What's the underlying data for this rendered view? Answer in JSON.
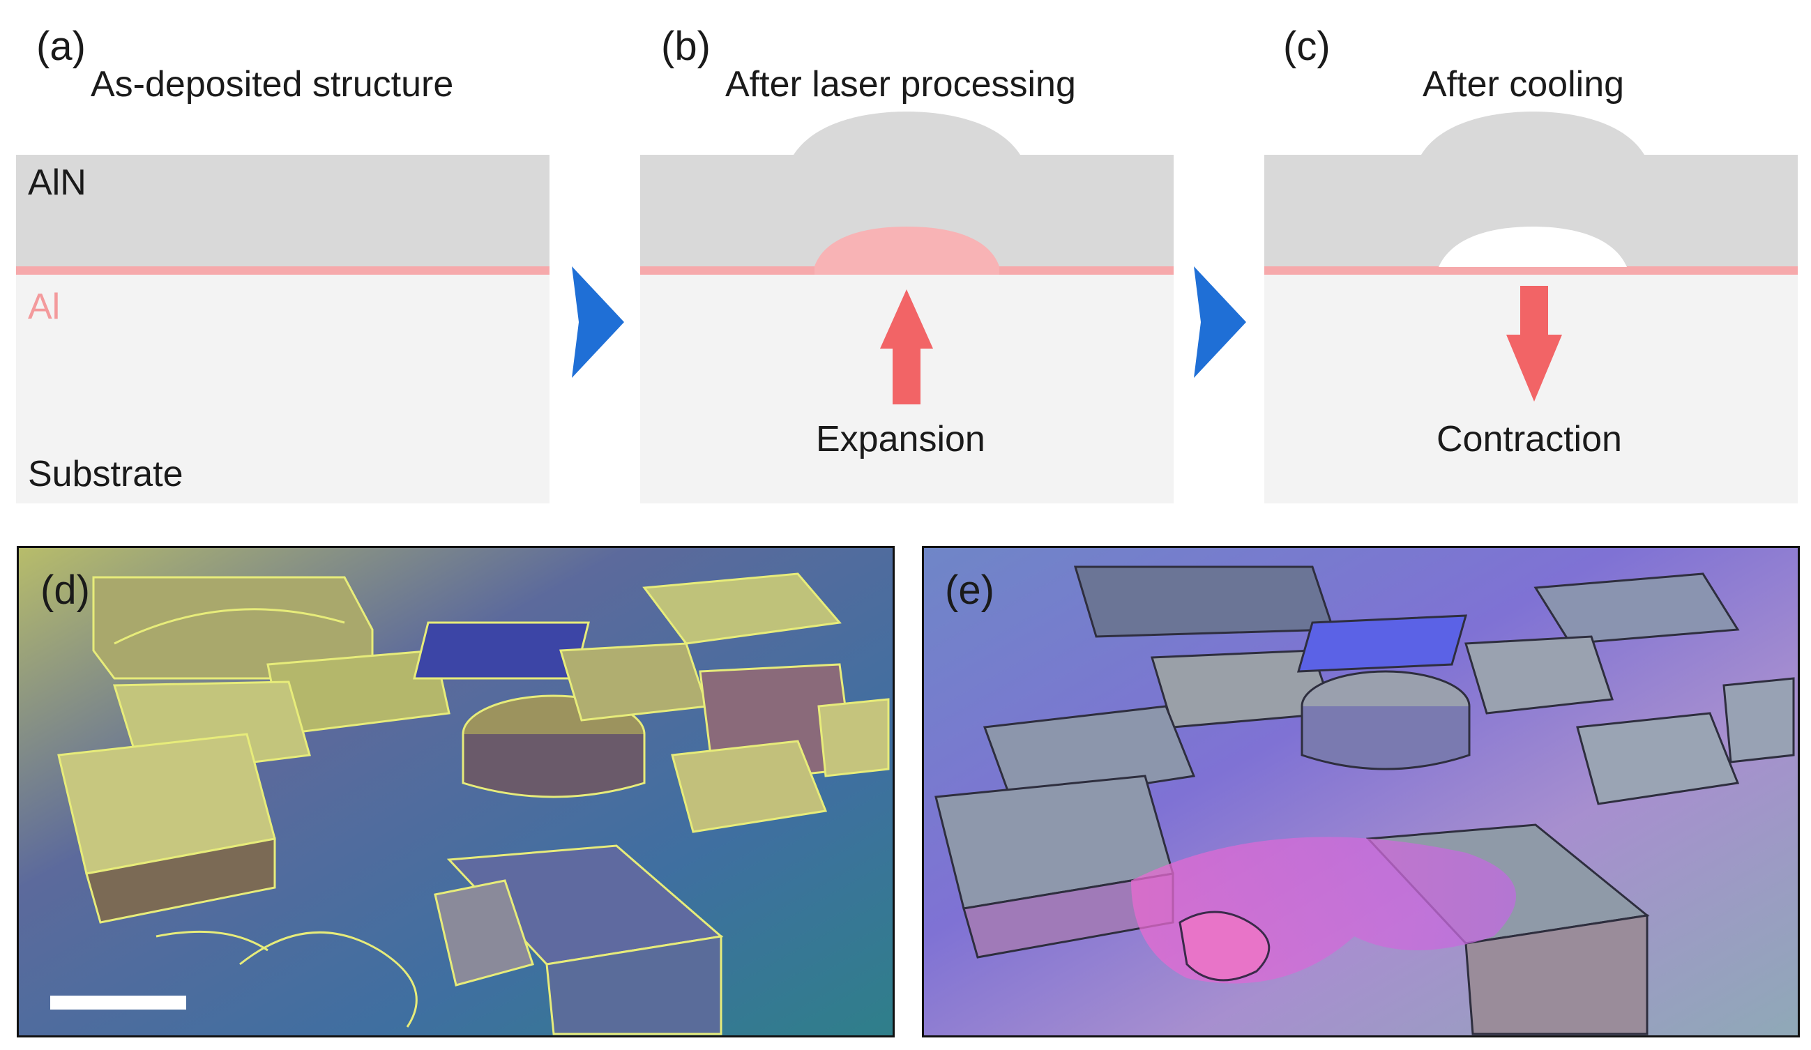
{
  "panels": {
    "a": {
      "letter": "(a)",
      "title": "As-deposited structure",
      "labels": {
        "top": "AlN",
        "middle": "Al",
        "bottom": "Substrate"
      }
    },
    "b": {
      "letter": "(b)",
      "title": "After laser processing",
      "arrow_label": "Expansion"
    },
    "c": {
      "letter": "(c)",
      "title": "After cooling",
      "arrow_label": "Contraction"
    },
    "d": {
      "letter": "(d)"
    },
    "e": {
      "letter": "(e)"
    }
  },
  "colors": {
    "aln": "#d9d9d9",
    "al": "#f6a9ab",
    "substrate": "#f3f3f3",
    "void": "#ffffff",
    "process_arrow": "#1f6fd6",
    "force_arrow": "#f26466",
    "label_al": "#f39a9c"
  },
  "icons": {
    "process_arrow": "chevron-right-icon",
    "force_arrow": "block-arrow-icon"
  }
}
